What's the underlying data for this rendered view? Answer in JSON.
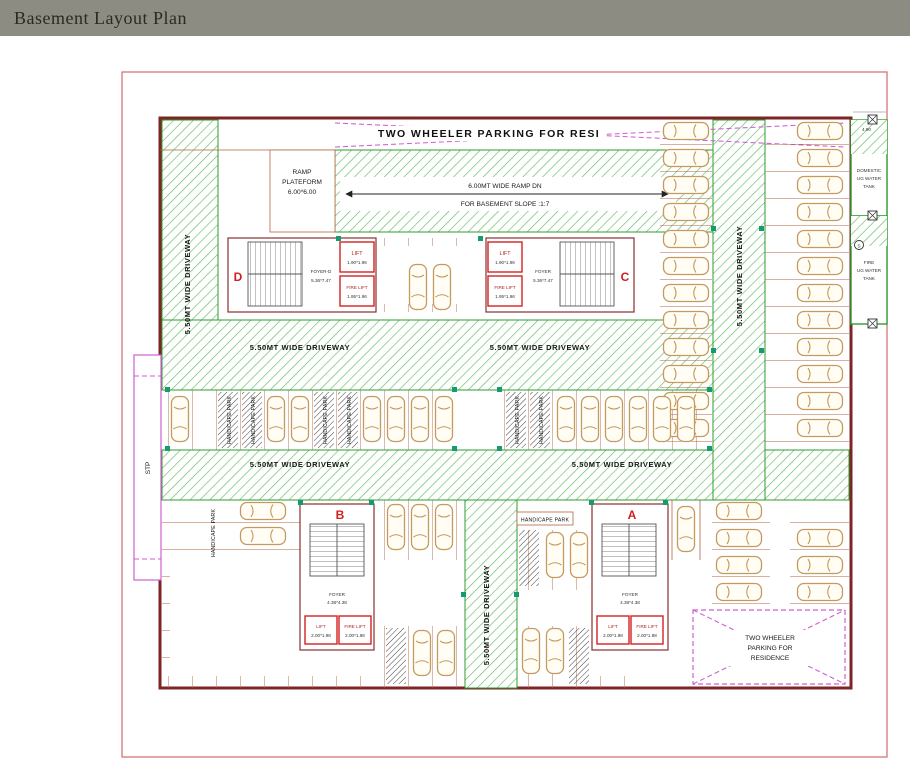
{
  "header": {
    "title": "Basement Layout Plan"
  },
  "labels": {
    "top_parking": "TWO WHEELER PARKING FOR RESI",
    "ramp_line1": "6.00MT WIDE RAMP DN",
    "ramp_line2": "FOR  BASEMENT SLOPE :1:7",
    "platform1": "RAMP",
    "platform2": "PLATEFORM",
    "platform3": "6.00*6.00",
    "driveway": "5.50MT WIDE DRIVEWAY",
    "handicap": "HANDICAPE PARK",
    "stp": "STP",
    "dim": "4.90",
    "s_mark": "S",
    "tank_domestic": {
      "l1": "DOMESTIC",
      "l2": "UG WATER",
      "l3": "TANK"
    },
    "tank_fire": {
      "l1": "FIRE",
      "l2": "UG WATER",
      "l3": "TANK"
    },
    "two_wheeler_res": {
      "l1": "TWO WHEELER",
      "l2": "PARKING FOR",
      "l3": "RESIDENCE"
    }
  },
  "cores": {
    "d": {
      "letter": "D",
      "foyer1": "FOYER-D",
      "foyer2": "5.36*7.47"
    },
    "c": {
      "letter": "C",
      "foyer1": "FOYER",
      "foyer2": "5.36*7.47"
    },
    "b": {
      "letter": "B",
      "foyer1": "FOYER",
      "foyer2": "4.38*4.38"
    },
    "a": {
      "letter": "A",
      "foyer1": "FOYER",
      "foyer2": "4.38*4.38"
    }
  },
  "lifts": {
    "lift": "LIFT",
    "fire_lift": "FIRE LIFT",
    "size_upper_lift": "1.90*1.96",
    "size_upper_fire": "1.95*1.96",
    "size_lower_lift": "2.00*1.98",
    "size_lower_fire": "2.00*1.98"
  },
  "colors": {
    "header_bg": "#8d8c82",
    "outer_border": "#d06a6a",
    "wall_maroon": "#7d2424",
    "driveway_green": "#2f9e2f",
    "hatch_green": "#62bd62",
    "magenta": "#cf5fcf",
    "car_tan": "#c49a5f",
    "lift_red": "#d32222",
    "column_teal": "#169a70"
  }
}
